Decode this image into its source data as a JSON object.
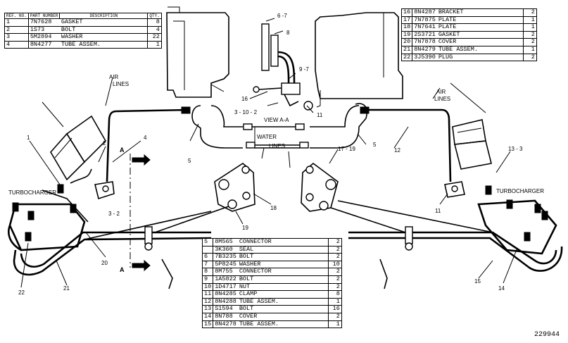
{
  "tables": {
    "top_left": {
      "headers": [
        "REF. NO.",
        "PART NUMBER",
        "DESCRIPTION",
        "QTY."
      ],
      "rows": [
        {
          "ref": "1",
          "part": "7N7628",
          "desc": "GASKET",
          "qty": "8"
        },
        {
          "ref": "2",
          "part": "1S73",
          "desc": "BOLT",
          "qty": "4"
        },
        {
          "ref": "3",
          "part": "5M2894",
          "desc": "WASHER",
          "qty": "22"
        },
        {
          "ref": "4",
          "part": "8N4277",
          "desc": "TUBE ASSEM.",
          "qty": "1"
        }
      ]
    },
    "top_right": {
      "rows": [
        {
          "ref": "16",
          "part": "8N4287",
          "desc": "BRACKET",
          "qty": "2"
        },
        {
          "ref": "17",
          "part": "7N7875",
          "desc": "PLATE",
          "qty": "1"
        },
        {
          "ref": "18",
          "part": "7N7641",
          "desc": "PLATE",
          "qty": "1"
        },
        {
          "ref": "19",
          "part": "2S3721",
          "desc": "GASKET",
          "qty": "2"
        },
        {
          "ref": "20",
          "part": "7N7878",
          "desc": "COVER",
          "qty": "2"
        },
        {
          "ref": "21",
          "part": "8N4279",
          "desc": "TUBE ASSEM.",
          "qty": "1"
        },
        {
          "ref": "22",
          "part": "3J5390",
          "desc": "PLUG",
          "qty": "2"
        }
      ]
    },
    "bottom_center": {
      "rows": [
        {
          "ref": "5",
          "part": "8M565",
          "desc": "CONNECTOR",
          "qty": "2"
        },
        {
          "ref": "",
          "part": "3K360",
          "desc": "SEAL",
          "qty": "2"
        },
        {
          "ref": "6",
          "part": "7B3235",
          "desc": "BOLT",
          "qty": "2"
        },
        {
          "ref": "7",
          "part": "5P8245",
          "desc": "WASHER",
          "qty": "10"
        },
        {
          "ref": "8",
          "part": "8M755",
          "desc": "CONNECTOR",
          "qty": "2"
        },
        {
          "ref": "9",
          "part": "1A5822",
          "desc": "BOLT",
          "qty": "2"
        },
        {
          "ref": "10",
          "part": "1D4717",
          "desc": "NUT",
          "qty": "2"
        },
        {
          "ref": "11",
          "part": "8N4285",
          "desc": "CLAMP",
          "qty": "8"
        },
        {
          "ref": "12",
          "part": "8N4288",
          "desc": "TUBE ASSEM.",
          "qty": "1"
        },
        {
          "ref": "13",
          "part": "S1594",
          "desc": "BOLT",
          "qty": "16"
        },
        {
          "ref": "14",
          "part": "8N788",
          "desc": "COVER",
          "qty": "2"
        },
        {
          "ref": "15",
          "part": "8N4278",
          "desc": "TUBE ASSEM.",
          "qty": "1"
        }
      ]
    }
  },
  "labels": {
    "air_lines_left": "AIR",
    "air_lines_left2": "LINES",
    "air_lines_right": "AIR",
    "air_lines_right2": "LINES",
    "water": "WATER",
    "lines": "LINES",
    "view": "VIEW A-A",
    "turbo_left": "TURBOCHARGER",
    "turbo_right": "TURBOCHARGER",
    "section_a_top": "A",
    "section_a_bottom": "A",
    "c_1": "1",
    "c_2": "2",
    "c_4": "4",
    "c_5l": "5",
    "c_5r": "5",
    "c_3_2": "3 - 2",
    "c_6_7": "6 -7",
    "c_8": "8",
    "c_9_7": "9 -7",
    "c_16a": "16",
    "c_3_10_2": "3 - 10 - 2",
    "c_11a": "11",
    "c_11b": "11",
    "c_12": "12",
    "c_13_3": "13 - 3",
    "c_14": "14",
    "c_15": "15",
    "c_17_19": "17 - 19",
    "c_18": "18",
    "c_19": "19",
    "c_20": "20",
    "c_21": "21",
    "c_22": "22"
  },
  "reference_number": "229944"
}
